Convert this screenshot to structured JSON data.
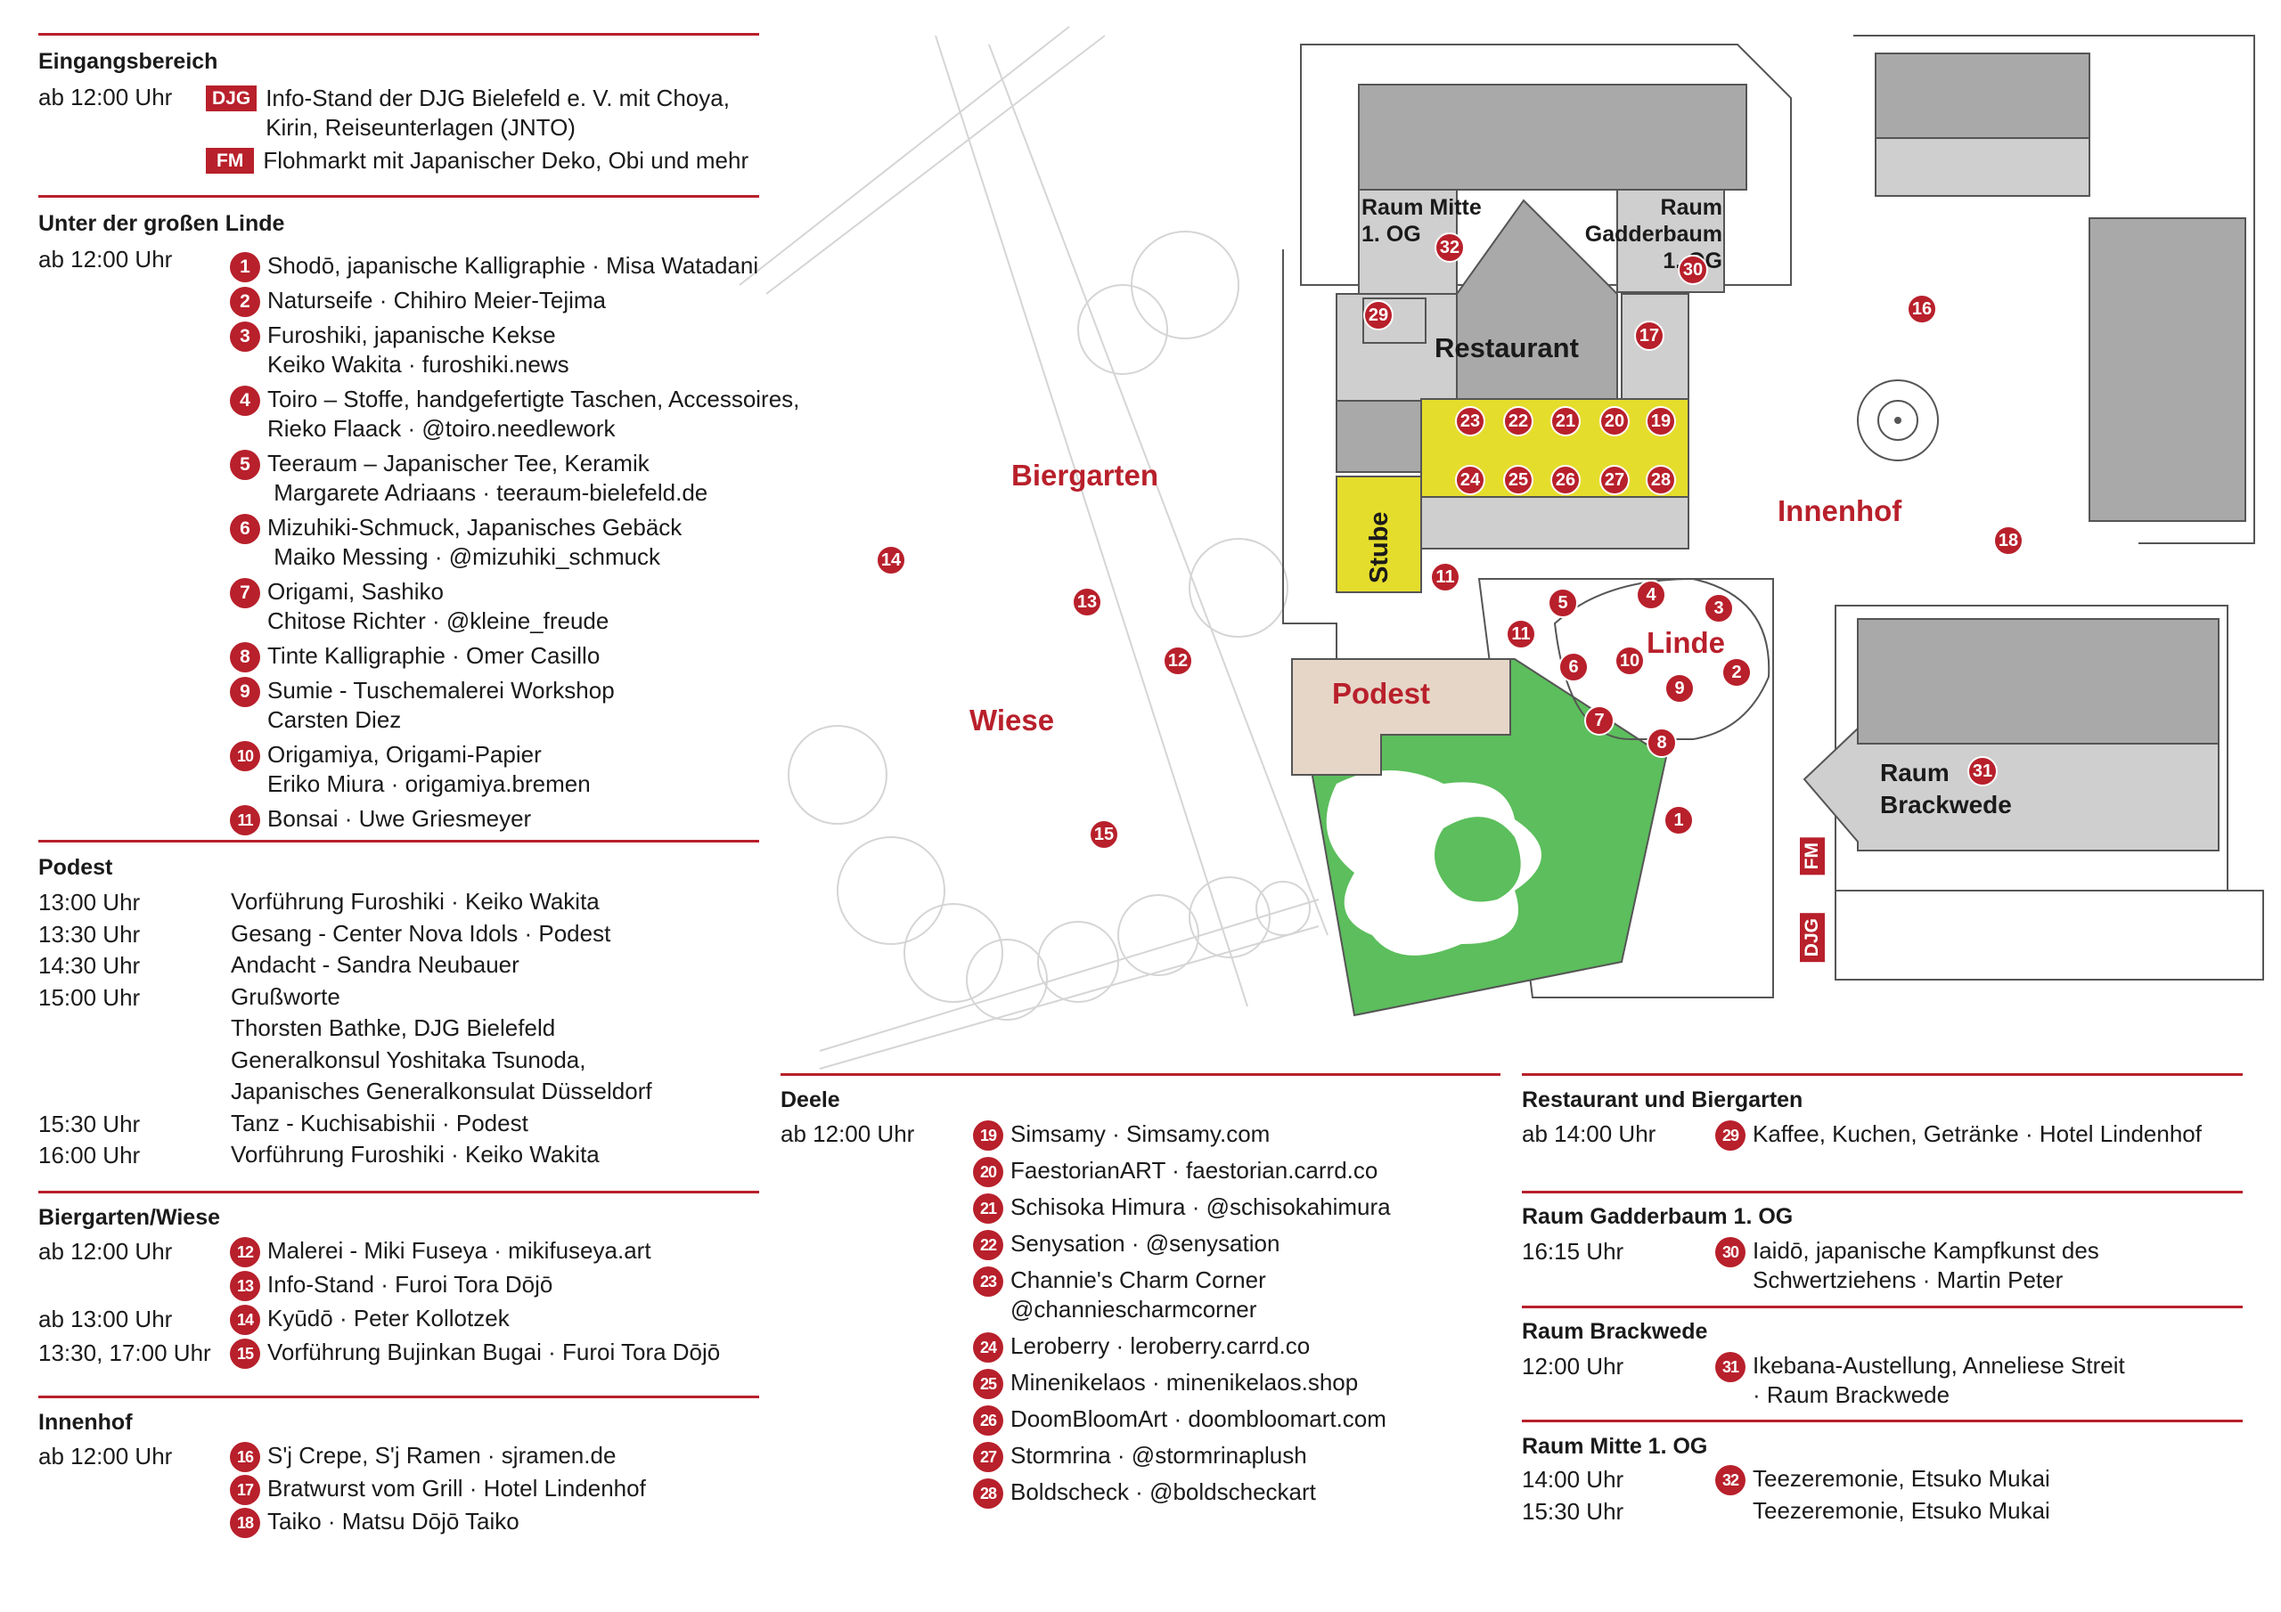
{
  "eingang": {
    "title": "Eingangsbereich",
    "time": "ab 12:00 Uhr",
    "djg_tag": "DJG",
    "djg_text": "Info-Stand der DJG Bielefeld e. V. mit Choya,\nKirin, Reiseunterlagen (JNTO)",
    "fm_tag": "FM",
    "fm_text": "Flohmarkt mit Japanischer Deko, Obi und mehr"
  },
  "linde": {
    "title": "Unter der großen Linde",
    "time": "ab 12:00 Uhr",
    "items": [
      {
        "n": "1",
        "t": "Shodō, japanische Kalligraphie · Misa Watadani"
      },
      {
        "n": "2",
        "t": "Naturseife · Chihiro Meier-Tejima"
      },
      {
        "n": "3",
        "t": "Furoshiki, japanische Kekse\nKeiko Wakita · furoshiki.news"
      },
      {
        "n": "4",
        "t": "Toiro – Stoffe, handgefertigte Taschen, Accessoires,\nRieko Flaack · @toiro.needlework"
      },
      {
        "n": "5",
        "t": "Teeraum – Japanischer Tee, Keramik\n Margarete Adriaans · teeraum-bielefeld.de"
      },
      {
        "n": "6",
        "t": "Mizuhiki-Schmuck, Japanisches Gebäck\n Maiko Messing · @mizuhiki_schmuck"
      },
      {
        "n": "7",
        "t": "Origami, Sashiko\nChitose Richter · @kleine_freude"
      },
      {
        "n": "8",
        "t": "Tinte Kalligraphie · Omer Casillo"
      },
      {
        "n": "9",
        "t": "Sumie - Tuschemalerei Workshop\nCarsten Diez"
      },
      {
        "n": "10",
        "t": "Origamiya, Origami-Papier\nEriko Miura · origamiya.bremen"
      },
      {
        "n": "11",
        "t": "Bonsai · Uwe Griesmeyer"
      }
    ]
  },
  "podest": {
    "title": "Podest",
    "rows": [
      {
        "time": "13:00 Uhr",
        "text": "Vorführung Furoshiki · Keiko Wakita"
      },
      {
        "time": "13:30 Uhr",
        "text": "Gesang - Center Nova Idols · Podest"
      },
      {
        "time": "14:30 Uhr",
        "text": "Andacht - Sandra Neubauer"
      },
      {
        "time": "15:00 Uhr",
        "text": "Grußworte"
      },
      {
        "time": "",
        "text": "Thorsten Bathke, DJG Bielefeld"
      },
      {
        "time": "",
        "text": "Generalkonsul Yoshitaka Tsunoda,"
      },
      {
        "time": "",
        "text": "Japanisches Generalkonsulat Düsseldorf"
      },
      {
        "time": "15:30 Uhr",
        "text": "Tanz - Kuchisabishii · Podest"
      },
      {
        "time": "16:00 Uhr",
        "text": "Vorführung Furoshiki · Keiko Wakita"
      }
    ]
  },
  "biergarten": {
    "title": "Biergarten/Wiese",
    "rows": [
      {
        "time": "ab 12:00 Uhr",
        "n": "12",
        "text": "Malerei - Miki Fuseya · mikifuseya.art"
      },
      {
        "time": "",
        "n": "13",
        "text": "Info-Stand · Furoi Tora Dōjō"
      },
      {
        "time": "ab 13:00 Uhr",
        "n": "14",
        "text": "Kyūdō · Peter Kollotzek"
      },
      {
        "time": "13:30, 17:00 Uhr",
        "n": "15",
        "text": "Vorführung Bujinkan Bugai · Furoi Tora Dōjō"
      }
    ]
  },
  "innenhof": {
    "title": "Innenhof",
    "rows": [
      {
        "time": "ab 12:00 Uhr",
        "n": "16",
        "text": "S'j Crepe, S'j Ramen · sjramen.de"
      },
      {
        "time": "",
        "n": "17",
        "text": "Bratwurst vom Grill · Hotel Lindenhof"
      },
      {
        "time": "",
        "n": "18",
        "text": "Taiko · Matsu Dōjō Taiko"
      }
    ]
  },
  "deele": {
    "title": "Deele",
    "time": "ab 12:00 Uhr",
    "items": [
      {
        "n": "19",
        "t": "Simsamy · Simsamy.com"
      },
      {
        "n": "20",
        "t": "FaestorianART · faestorian.carrd.co"
      },
      {
        "n": "21",
        "t": "Schisoka Himura · @schisokahimura"
      },
      {
        "n": "22",
        "t": "Senysation · @senysation"
      },
      {
        "n": "23",
        "t": "Channie's Charm Corner\n@channiescharmcorner"
      },
      {
        "n": "24",
        "t": "Leroberry · leroberry.carrd.co"
      },
      {
        "n": "25",
        "t": "Minenikelaos · minenikelaos.shop"
      },
      {
        "n": "26",
        "t": "DoomBloomArt · doombloomart.com"
      },
      {
        "n": "27",
        "t": "Stormrina · @stormrinaplush"
      },
      {
        "n": "28",
        "t": "Boldscheck · @boldscheckart"
      }
    ]
  },
  "restaurant": {
    "title": "Restaurant und Biergarten",
    "time": "ab 14:00 Uhr",
    "n": "29",
    "text": "Kaffee, Kuchen, Getränke · Hotel Lindenhof"
  },
  "gadderbaum": {
    "title": "Raum Gadderbaum 1. OG",
    "time": "16:15 Uhr",
    "n": "30",
    "text": "Iaidō, japanische Kampfkunst des\nSchwertziehens · Martin Peter"
  },
  "brackwede": {
    "title": "Raum Brackwede",
    "time": "12:00 Uhr",
    "n": "31",
    "text": "Ikebana-Austellung, Anneliese Streit\n· Raum Brackwede"
  },
  "mitte": {
    "title": "Raum Mitte 1. OG",
    "rows": [
      {
        "time": "14:00 Uhr",
        "n": "32",
        "text": "Teezeremonie, Etsuko Mukai"
      },
      {
        "time": "15:30 Uhr",
        "n": "",
        "text": "Teezeremonie, Etsuko Mukai"
      }
    ]
  },
  "map": {
    "raum_mitte": "Raum Mitte\n1. OG",
    "raum_gadderbaum": "Raum\nGadderbaum\n1. OG",
    "restaurant": "Restaurant",
    "stube": "Stube",
    "biergarten": "Biergarten",
    "wiese": "Wiese",
    "podest": "Podest",
    "linde": "Linde",
    "innenhof": "Innenhof",
    "raum_brackwede": "Raum\nBrackwede",
    "fm": "FM",
    "djg": "DJG"
  },
  "colors": {
    "accent": "#b8202b",
    "deele_yellow": "#e5dd2c",
    "green": "#5cbe5c",
    "podest": "#e6d6c8",
    "building": "#a9a9a9",
    "building_light": "#cfcfcf"
  }
}
